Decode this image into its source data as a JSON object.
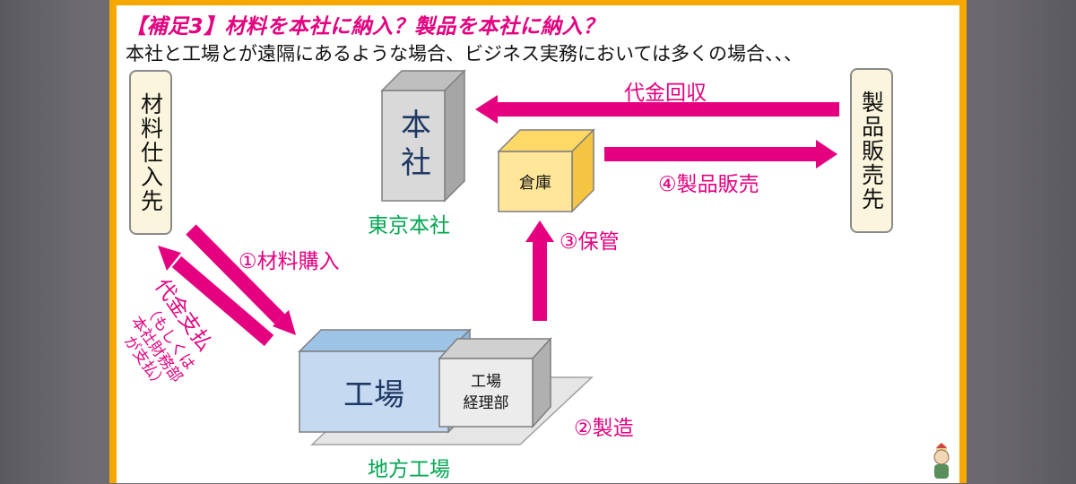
{
  "title": "【補足3】材料を本社に納入？製品を本社に納入？",
  "subtitle": "本社と工場とが遠隔にあるような場合、ビジネス実務においては多くの場合、、、",
  "entities": {
    "supplier": "材料仕入先",
    "customer": "製品販売先",
    "honsha_box": "本社",
    "honsha_caption": "東京本社",
    "warehouse": "倉庫",
    "factory": "工場",
    "accounting_line1": "工場",
    "accounting_line2": "経理部",
    "factory_caption": "地方工場"
  },
  "flows": {
    "payment_collection": "代金回収",
    "product_sale": "④製品販売",
    "storage": "③保管",
    "material_purchase": "①材料購入",
    "manufacturing": "②製造",
    "payment": "代金支払",
    "payment_note_line1": "（もしくは",
    "payment_note_line2": "本社財務部",
    "payment_note_line3": "が支払）"
  },
  "colors": {
    "frame": "#f7a800",
    "accent": "#e4007f",
    "green_caption": "#00a651",
    "factory_blue": "#c5d9f1",
    "warehouse_yellow": "#ffe699",
    "box_gray": "#d9d9d9"
  },
  "icons": {
    "presenter": "presenter-avatar-icon"
  }
}
